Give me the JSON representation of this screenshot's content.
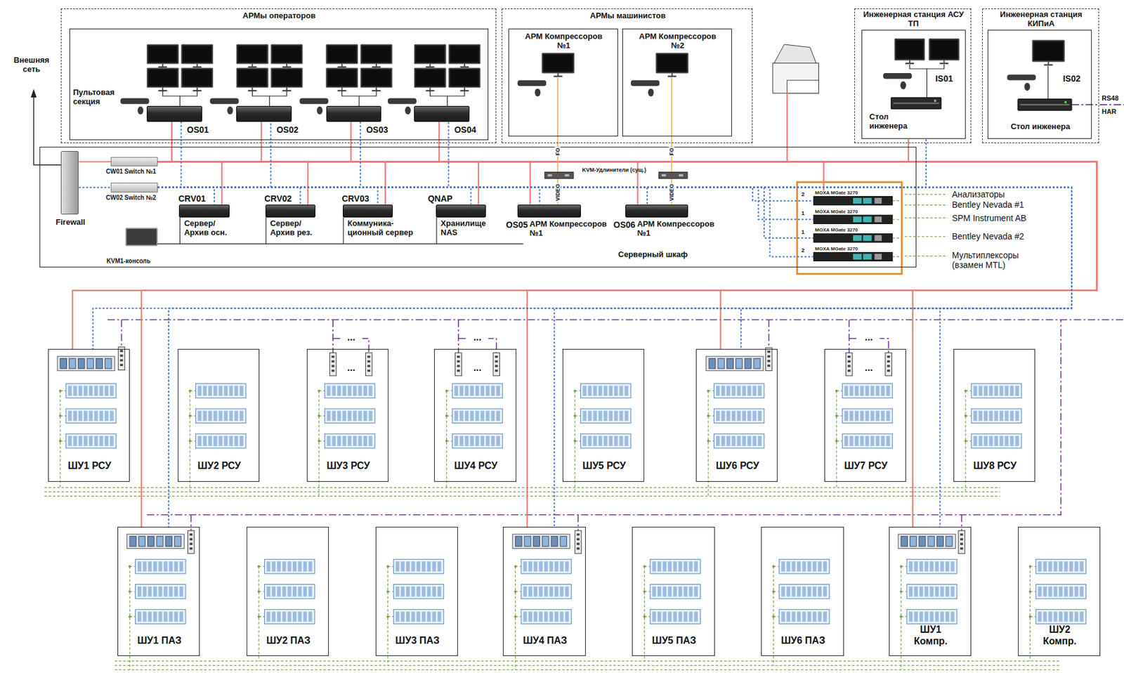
{
  "diagram": {
    "nodes": [
      {
        "text": [
          "АРМы операторов"
        ]
      },
      {
        "text": [
          "Пультовая секция"
        ],
        "in": 0
      },
      {
        "text": [
          "OS01"
        ],
        "in": 1
      },
      {
        "text": [
          "OS02"
        ],
        "in": 1
      },
      {
        "text": [
          "OS03"
        ],
        "in": 1
      },
      {
        "text": [
          "OS04"
        ],
        "in": 1
      },
      {
        "text": [
          "АРМы машинистов"
        ]
      },
      {
        "text": [
          "АРМ Компрессоров №1"
        ],
        "in": 6
      },
      {
        "text": [
          "АРМ Компрессоров №2"
        ],
        "in": 6
      },
      {
        "text": [
          "Инженерная станция АСУ ТП"
        ]
      },
      {
        "text": [
          "IS01",
          "Стол инженера"
        ],
        "in": 9
      },
      {
        "text": [
          "Инженерная станция КИПиА"
        ]
      },
      {
        "text": [
          "IS02",
          "Стол инженера"
        ],
        "in": 11
      },
      {
        "text": [
          "Серверный шкаф"
        ]
      },
      {
        "text": [
          "Firewall"
        ],
        "in": 13
      },
      {
        "text": [
          "CW01 Switch №1"
        ],
        "in": 13
      },
      {
        "text": [
          "CW02 Switch №2"
        ],
        "in": 13
      },
      {
        "text": [
          "CRV01",
          "Сервер/ Архив осн."
        ],
        "in": 13
      },
      {
        "text": [
          "CRV02",
          "Сервер/ Архив рез."
        ],
        "in": 13
      },
      {
        "text": [
          "CRV03",
          "Коммуника- ционный сервер"
        ],
        "in": 13
      },
      {
        "text": [
          "QNAP",
          "Хранилище NAS"
        ],
        "in": 13
      },
      {
        "text": [
          "OS05",
          "АРМ Компрессоров №1"
        ],
        "in": 13
      },
      {
        "text": [
          "OS06",
          "АРМ Компрессоров №1"
        ],
        "in": 13
      },
      {
        "text": [
          "KVM1-консоль"
        ],
        "in": 13
      },
      {
        "text": [
          "MOXA MGate 3270"
        ]
      },
      {
        "text": [
          "MOXA MGate 3270"
        ]
      },
      {
        "text": [
          "MOXA MGate 3270"
        ]
      },
      {
        "text": [
          "MOXA MGate 3270"
        ]
      },
      {
        "text": [
          "ШУ1 РСУ"
        ]
      },
      {
        "text": [
          "ШУ2 РСУ"
        ]
      },
      {
        "text": [
          "ШУ3 РСУ"
        ]
      },
      {
        "text": [
          "ШУ4 РСУ"
        ]
      },
      {
        "text": [
          "ШУ5 РСУ"
        ]
      },
      {
        "text": [
          "ШУ6 РСУ"
        ]
      },
      {
        "text": [
          "ШУ7 РСУ"
        ]
      },
      {
        "text": [
          "ШУ8 РСУ"
        ]
      },
      {
        "text": [
          "ШУ1 ПАЗ"
        ]
      },
      {
        "text": [
          "ШУ2 ПАЗ"
        ]
      },
      {
        "text": [
          "ШУ3 ПАЗ"
        ]
      },
      {
        "text": [
          "ШУ4 ПАЗ"
        ]
      },
      {
        "text": [
          "ШУ5 ПАЗ"
        ]
      },
      {
        "text": [
          "ШУ6 ПАЗ"
        ]
      },
      {
        "text": [
          "ШУ1 Компр."
        ]
      },
      {
        "text": [
          "ШУ2 Компр."
        ]
      }
    ],
    "edges": [
      {
        "from": 15,
        "to": 2,
        "arrow": "none"
      },
      {
        "from": 15,
        "to": 3,
        "arrow": "none"
      },
      {
        "from": 15,
        "to": 4,
        "arrow": "none"
      },
      {
        "from": 15,
        "to": 5,
        "arrow": "none"
      },
      {
        "from": 15,
        "to": 17,
        "arrow": "none"
      },
      {
        "from": 15,
        "to": 18,
        "arrow": "none"
      },
      {
        "from": 15,
        "to": 19,
        "arrow": "none"
      },
      {
        "from": 15,
        "to": 20,
        "arrow": "none"
      },
      {
        "from": 15,
        "to": 21,
        "arrow": "none"
      },
      {
        "from": 15,
        "to": 22,
        "arrow": "none"
      },
      {
        "from": 15,
        "to": 10,
        "arrow": "none"
      },
      {
        "from": 15,
        "to": 24,
        "arrow": "none"
      },
      {
        "from": 15,
        "to": 28,
        "arrow": "none"
      },
      {
        "from": 15,
        "to": 33,
        "arrow": "none"
      },
      {
        "from": 15,
        "to": 36,
        "arrow": "none"
      },
      {
        "from": 15,
        "to": 39,
        "arrow": "none"
      },
      {
        "from": 15,
        "to": 42,
        "arrow": "none"
      },
      {
        "from": 16,
        "to": 2,
        "arrow": "none"
      },
      {
        "from": 16,
        "to": 3,
        "arrow": "none"
      },
      {
        "from": 16,
        "to": 4,
        "arrow": "none"
      },
      {
        "from": 16,
        "to": 5,
        "arrow": "none"
      },
      {
        "from": 16,
        "to": 17,
        "arrow": "none"
      },
      {
        "from": 16,
        "to": 18,
        "arrow": "none"
      },
      {
        "from": 16,
        "to": 19,
        "arrow": "none"
      },
      {
        "from": 16,
        "to": 20,
        "arrow": "none"
      },
      {
        "from": 16,
        "to": 21,
        "arrow": "none"
      },
      {
        "from": 16,
        "to": 22,
        "arrow": "none"
      },
      {
        "from": 16,
        "to": 10,
        "arrow": "none"
      },
      {
        "from": 16,
        "to": 24,
        "arrow": "none"
      },
      {
        "from": 16,
        "to": 25,
        "arrow": "none"
      },
      {
        "from": 16,
        "to": 26,
        "arrow": "none"
      },
      {
        "from": 16,
        "to": 27,
        "arrow": "none"
      },
      {
        "from": 16,
        "to": 28,
        "arrow": "none"
      },
      {
        "from": 16,
        "to": 33,
        "arrow": "none"
      },
      {
        "from": 16,
        "to": 36,
        "arrow": "none"
      },
      {
        "from": 16,
        "to": 39,
        "arrow": "none"
      },
      {
        "from": 16,
        "to": 42,
        "arrow": "none"
      },
      {
        "from": 7,
        "to": 21,
        "label": "FO",
        "arrow": "none"
      },
      {
        "from": 8,
        "to": 22,
        "label": "FO",
        "arrow": "none"
      }
    ],
    "labels": [
      "Внешняя сеть",
      "KVM-Удлинители (сущ.)",
      "VIDEO",
      "VIDEO",
      "2",
      "1",
      "1",
      "2",
      "Анализаторы",
      "Bentley Nevada #1",
      "SPM Instrument AB",
      "Bentley Nevada #2",
      "Мультиплексоры (взамен MTL)",
      "RS48",
      "HAR",
      "...",
      "...",
      "...",
      "...",
      "...",
      "..."
    ]
  }
}
